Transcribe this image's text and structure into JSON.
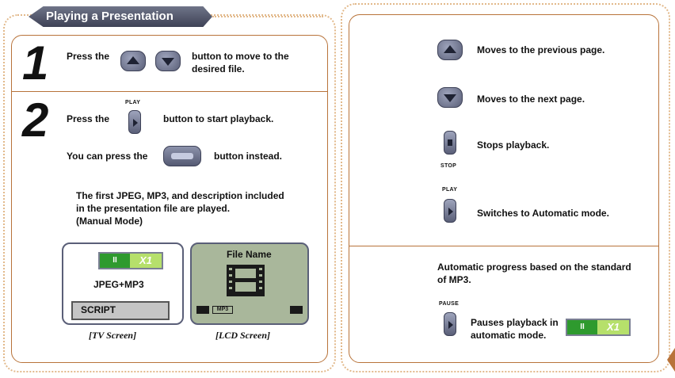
{
  "section_title": "Playing a Presentation",
  "left": {
    "step1": {
      "number": "1",
      "text_before": "Press the",
      "text_after_line1": "button to move to the",
      "text_after_line2": "desired file."
    },
    "step2": {
      "number": "2",
      "play_label": "PLAY",
      "text_before": "Press the",
      "text_after": "button to start playback.",
      "alt_before": "You can press the",
      "alt_after": "button instead.",
      "desc_line1": "The first JPEG, MP3, and description included",
      "desc_line2": "in the presentation file are played.",
      "desc_line3": "(Manual Mode)"
    },
    "tv_screen": {
      "pause_symbol": "II",
      "speed": "X1",
      "media": "JPEG+MP3",
      "script": "SCRIPT",
      "caption": "[TV Screen]"
    },
    "lcd_screen": {
      "file_name": "File Name",
      "mp3_label": "MP3",
      "caption": "[LCD Screen]"
    }
  },
  "right": {
    "items": [
      {
        "icon": "up-arrow-icon",
        "text": "Moves to the previous page."
      },
      {
        "icon": "down-arrow-icon",
        "text": "Moves to the next page."
      },
      {
        "icon": "stop-icon",
        "label": "STOP",
        "text": "Stops playback."
      },
      {
        "icon": "play-icon",
        "label": "PLAY",
        "text": "Switches to Automatic mode."
      }
    ],
    "auto_line1": "Automatic progress based on the standard",
    "auto_line2": "of MP3.",
    "pause_label": "PAUSE",
    "pause_text_line1": "Pauses playback in",
    "pause_text_line2": "automatic mode.",
    "pause_symbol": "II",
    "speed": "X1"
  }
}
